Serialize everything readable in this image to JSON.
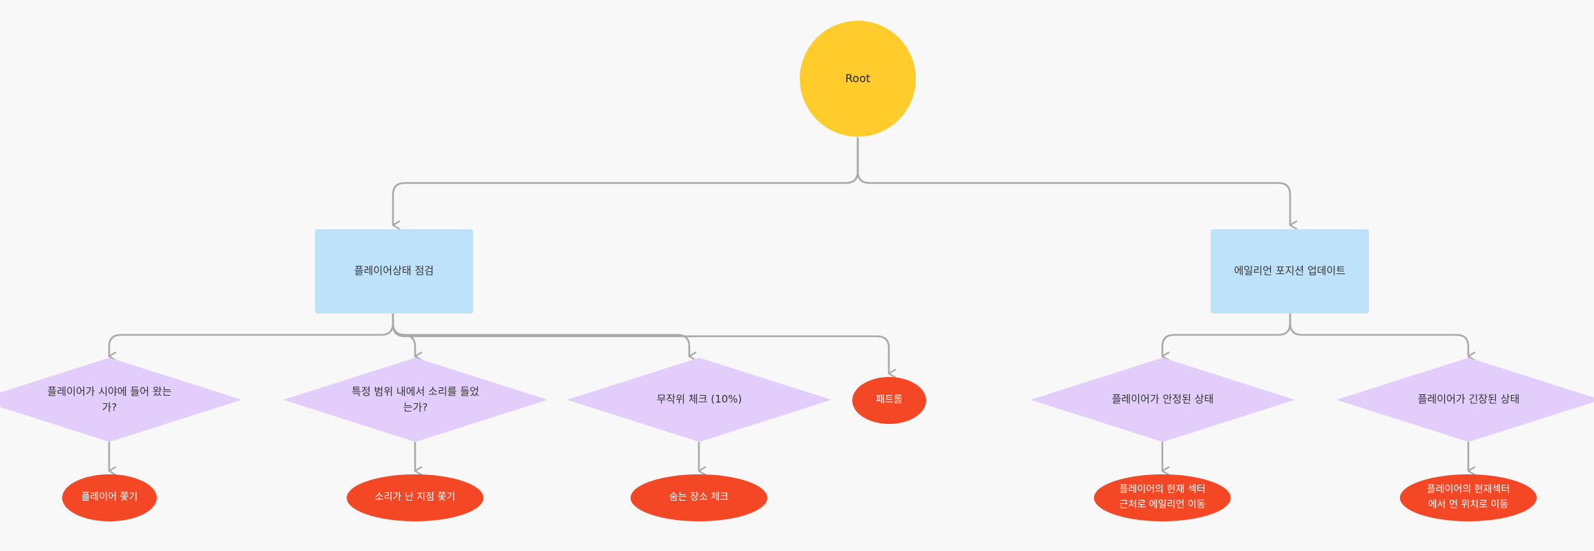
{
  "colors": {
    "root": "#ffcc2b",
    "box": "#bfe2fb",
    "decision": "#e3cdfb",
    "action": "#f44725",
    "connector": "#a9a9a9",
    "background": "#f8f8f8"
  },
  "nodes": {
    "root": "Root",
    "player_check": "플레이어상태 점검",
    "alien_update": "에일리언 포지션 업데이트",
    "in_sight": "플레이어가 시야에 들어 왔는\n가?",
    "heard_sound": "특정 범위 내에서 소리를 들었\n는가?",
    "random_check": "무작위 체크 (10%)",
    "patrol": "패트롤",
    "player_stable": "플레이어가 안정된 상태",
    "player_tense": "플레이어가 긴장된 상태",
    "chase_player": "플레이어 쫓기",
    "chase_sound": "소리가 난 지점 쫓기",
    "hiding_check": "숨는 장소 체크",
    "move_near": "플레이어의 현재 섹터\n근처로 에일리언 이동",
    "move_far": "플레이어의 현재섹터\n에서 먼 위치로 이동"
  }
}
